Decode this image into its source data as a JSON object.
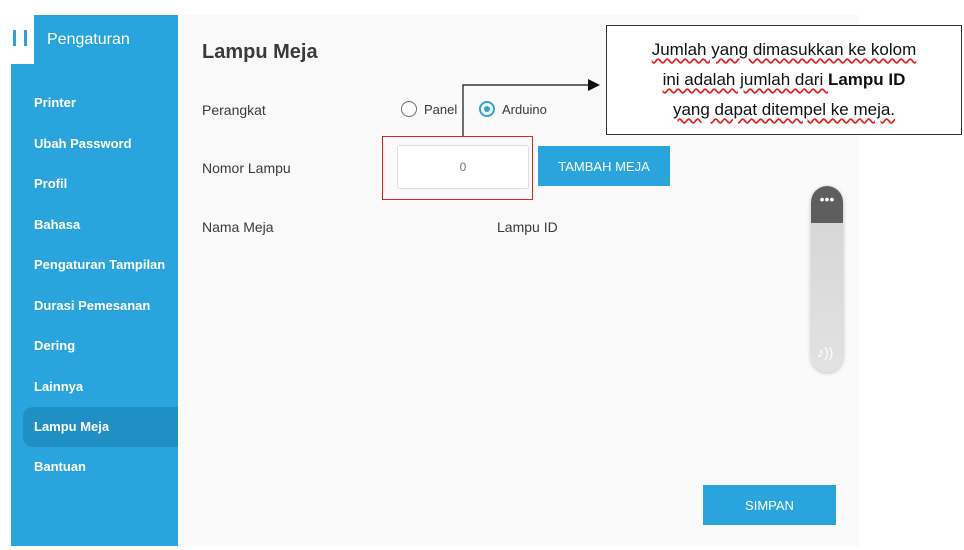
{
  "sidebar": {
    "title": "Pengaturan",
    "menu_icon": "menu-bars-icon",
    "items": [
      {
        "label": "Printer"
      },
      {
        "label": "Ubah Password"
      },
      {
        "label": "Profil"
      },
      {
        "label": "Bahasa"
      },
      {
        "label": "Pengaturan Tampilan"
      },
      {
        "label": "Durasi Pemesanan"
      },
      {
        "label": "Dering"
      },
      {
        "label": "Lainnya"
      },
      {
        "label": "Lampu Meja",
        "active": true
      },
      {
        "label": "Bantuan"
      }
    ]
  },
  "main": {
    "title": "Lampu Meja",
    "device": {
      "label": "Perangkat",
      "options": [
        {
          "label": "Panel",
          "checked": false
        },
        {
          "label": "Arduino",
          "checked": true
        }
      ]
    },
    "lamp_number": {
      "label": "Nomor Lampu",
      "placeholder": "0",
      "value": ""
    },
    "add_table_button": "TAMBAH MEJA",
    "columns": {
      "table_name": "Nama Meja",
      "lamp_id": "Lampu ID"
    },
    "save_button": "SIMPAN"
  },
  "callout": {
    "line1": "Jumlah yang dimasukkan ke kolom",
    "line2_prefix": "ini adalah jumlah dari ",
    "line2_bold": "Lampu ID",
    "line3": "yang dapat ditempel ke meja."
  },
  "volume": {
    "menu_label": "•••",
    "icon": "music-note-sound-icon",
    "icon_glyph": "♪))"
  },
  "colors": {
    "accent": "#2aa4dd",
    "sidebar_active": "#1f8fc4",
    "highlight": "#e32222"
  }
}
